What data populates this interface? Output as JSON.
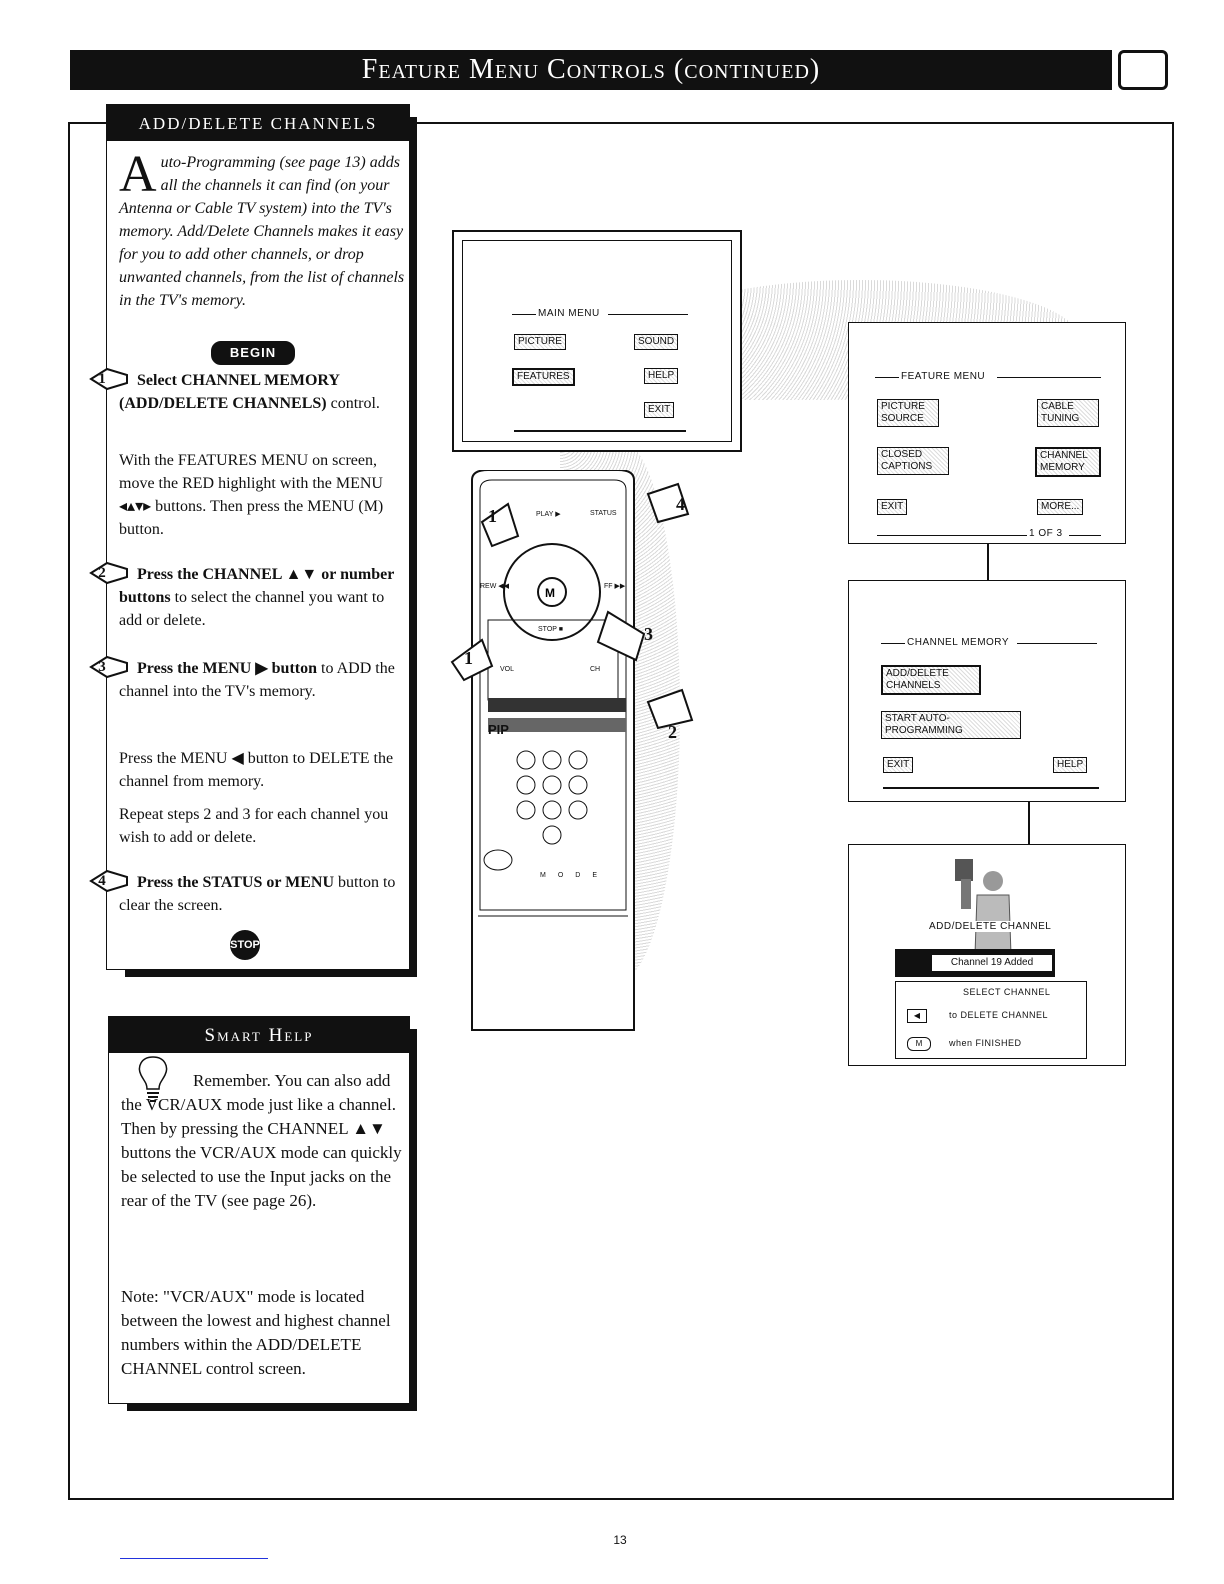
{
  "header": {
    "title": "Feature Menu Controls (continued)"
  },
  "add_delete": {
    "heading": "ADD/DELETE CHANNELS",
    "intro_dropcap": "A",
    "intro_text": "uto-Programming (see page 13) adds all the channels it can find (on your Antenna or Cable TV system) into the TV's memory. Add/Delete Channels makes it easy for you to add other channels, or drop unwanted channels, from the list of channels in the TV's memory.",
    "begin_label": "BEGIN",
    "steps": [
      {
        "num": "1",
        "bold": "Select CHANNEL MEMORY (ADD/DELETE CHANNELS)",
        "text": " control."
      },
      {
        "num": "2",
        "bold": "Press the CHANNEL ▲▼ or number buttons",
        "text": " to select the channel you want to add or delete."
      },
      {
        "num": "3",
        "bold": "Press the MENU ▶ button",
        "text": " to ADD the channel into the TV's memory."
      },
      {
        "num": "4",
        "bold": "Press the STATUS or MENU",
        "text": " button to clear the screen."
      }
    ],
    "step1_detail": "With the FEATURES MENU on screen, move the RED highlight with the MENU ◂▴▾▸ buttons. Then press the MENU (M) button.",
    "step3_delete": "Press the MENU ◀ button to DELETE the channel from memory.",
    "step3_repeat": "Repeat steps 2 and 3 for each channel you wish to add or delete.",
    "stop_label": "STOP"
  },
  "smart_help": {
    "heading": "Smart Help",
    "p1": "Remember. You can also add the VCR/AUX mode just like a channel. Then by pressing the CHANNEL ▲▼ buttons the VCR/AUX mode can quickly be selected to use the Input jacks on the rear of the TV (see page 26).",
    "p2": "Note: \"VCR/AUX\" mode is located between the lowest and highest channel numbers within the ADD/DELETE CHANNEL control screen."
  },
  "main_menu": {
    "title": "MAIN MENU",
    "buttons": [
      "PICTURE",
      "SOUND",
      "FEATURES",
      "HELP",
      "EXIT"
    ]
  },
  "feature_menu": {
    "title": "FEATURE MENU",
    "buttons": [
      "PICTURE SOURCE",
      "CABLE TUNING",
      "CLOSED CAPTIONS",
      "CHANNEL MEMORY",
      "EXIT",
      "MORE..."
    ],
    "page": "1 OF 3"
  },
  "channel_memory": {
    "title": "CHANNEL MEMORY",
    "buttons": [
      "ADD/DELETE CHANNELS",
      "START AUTO-PROGRAMMING",
      "EXIT",
      "HELP"
    ]
  },
  "result_screen": {
    "label": "ADD/DELETE CHANNEL",
    "status": "Channel 19 Added",
    "select": "SELECT CHANNEL",
    "delete_hint": "to DELETE CHANNEL",
    "finish_hint": "when FINISHED"
  },
  "remote": {
    "labels": [
      "PLAY ▶",
      "STATUS",
      "REW ◀◀",
      "FF ▶▶",
      "STOP ■",
      "VOL",
      "CH",
      "PIP",
      "MODE"
    ],
    "callouts": [
      "1",
      "2",
      "3",
      "4",
      "1"
    ]
  },
  "page_number": "13"
}
